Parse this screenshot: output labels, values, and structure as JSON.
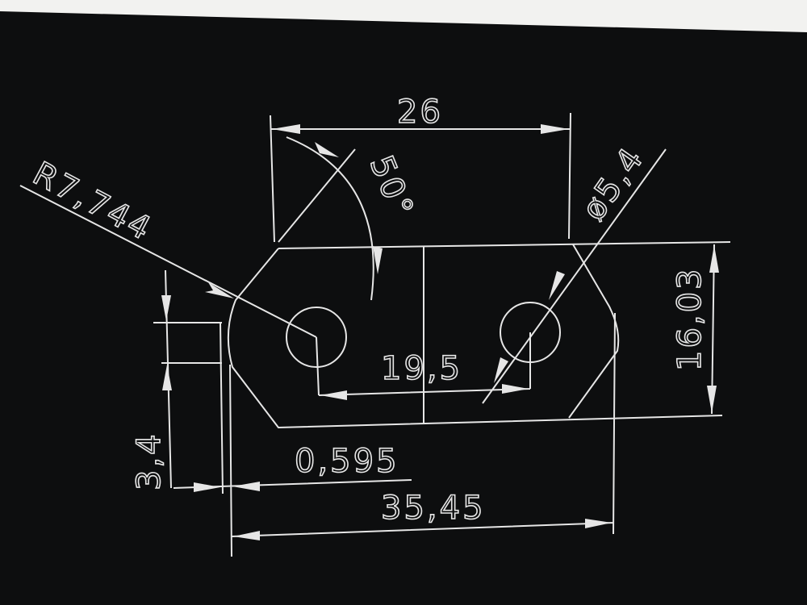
{
  "drawing": {
    "dimensions": {
      "width_top": "26",
      "angle": "50°",
      "radius": "R7,744",
      "hole_diameter": "ø5,4",
      "height": "16,03",
      "hole_spacing": "19,5",
      "left_offset": "3,4",
      "small_offset": "0,595",
      "overall_length": "35,45"
    },
    "colors": {
      "background": "#0d0e0f",
      "lines": "#e6e6e6"
    }
  }
}
